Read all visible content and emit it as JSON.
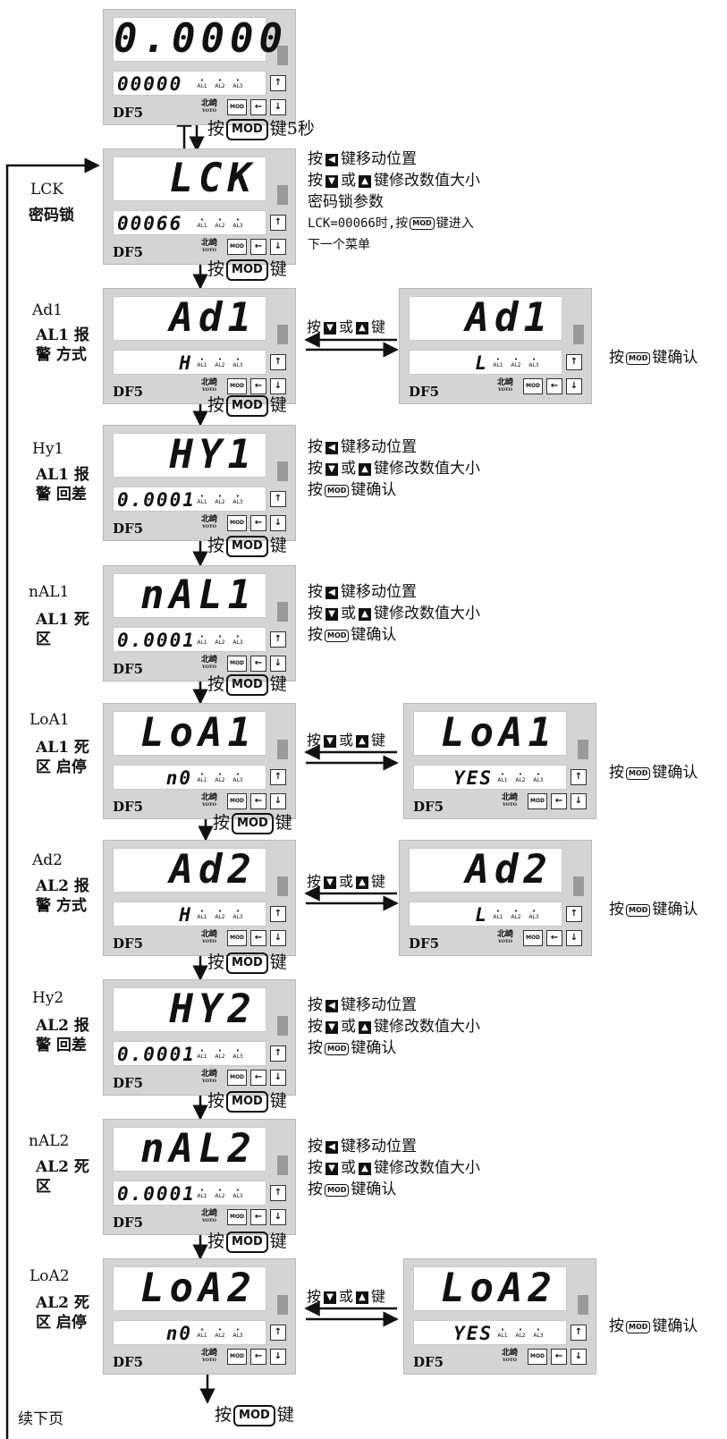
{
  "devices": [
    {
      "main": "0.0000",
      "sub": "00000",
      "sub_align": "left"
    },
    {
      "main": "LCK",
      "sub": "00066",
      "sub_align": "left"
    },
    {
      "main": "Ad1",
      "sub": "H",
      "sub_align": "right"
    },
    {
      "main": "Ad1",
      "sub": "L",
      "sub_align": "right"
    },
    {
      "main": "HY1",
      "sub": "0.0001",
      "sub_align": "left"
    },
    {
      "main": "nAL1",
      "sub": "0.0001",
      "sub_align": "left"
    },
    {
      "main": "LoA1",
      "sub": "n0",
      "sub_align": "right"
    },
    {
      "main": "LoA1",
      "sub": "YES",
      "sub_align": "right"
    },
    {
      "main": "Ad2",
      "sub": "H",
      "sub_align": "right"
    },
    {
      "main": "Ad2",
      "sub": "L",
      "sub_align": "right"
    },
    {
      "main": "HY2",
      "sub": "0.0001",
      "sub_align": "left"
    },
    {
      "main": "nAL2",
      "sub": "0.0001",
      "sub_align": "left"
    },
    {
      "main": "LoA2",
      "sub": "n0",
      "sub_align": "right"
    },
    {
      "main": "LoA2",
      "sub": "YES",
      "sub_align": "right"
    }
  ],
  "device_labels": {
    "model": "DF5",
    "brand": "北崎",
    "brand_en": "YOTO",
    "al1": "AL1",
    "al2": "AL2",
    "al3": "AL3",
    "mod": "MOD"
  },
  "params": [
    {
      "code": "LCK",
      "desc": "密码锁"
    },
    {
      "code": "Ad1",
      "desc": "AL1 报警 方式"
    },
    {
      "code": "Hy1",
      "desc": "AL1 报警 回差"
    },
    {
      "code": "nAL1",
      "desc": "AL1 死区"
    },
    {
      "code": "LoA1",
      "desc": "AL1 死区 启停"
    },
    {
      "code": "Ad2",
      "desc": "AL2 报警 方式"
    },
    {
      "code": "Hy2",
      "desc": "AL2 报警 回差"
    },
    {
      "code": "nAL2",
      "desc": "AL2 死区"
    },
    {
      "code": "LoA2",
      "desc": "AL2 死区 启停"
    }
  ],
  "step": {
    "press": "按",
    "mod": "MOD",
    "key": "键",
    "five_sec": "键5秒"
  },
  "notes": {
    "move": "键移动位置",
    "or": "或",
    "modify": "键修改数值大小",
    "lock_param": "密码锁参数",
    "lck_text": "LCK=00066时,按",
    "lck_enter": "键进入",
    "next_menu": "下一个菜单",
    "confirm": "键确认"
  },
  "toggle": {
    "press": "按",
    "or": "或",
    "key": "键"
  },
  "continue": "续下页"
}
